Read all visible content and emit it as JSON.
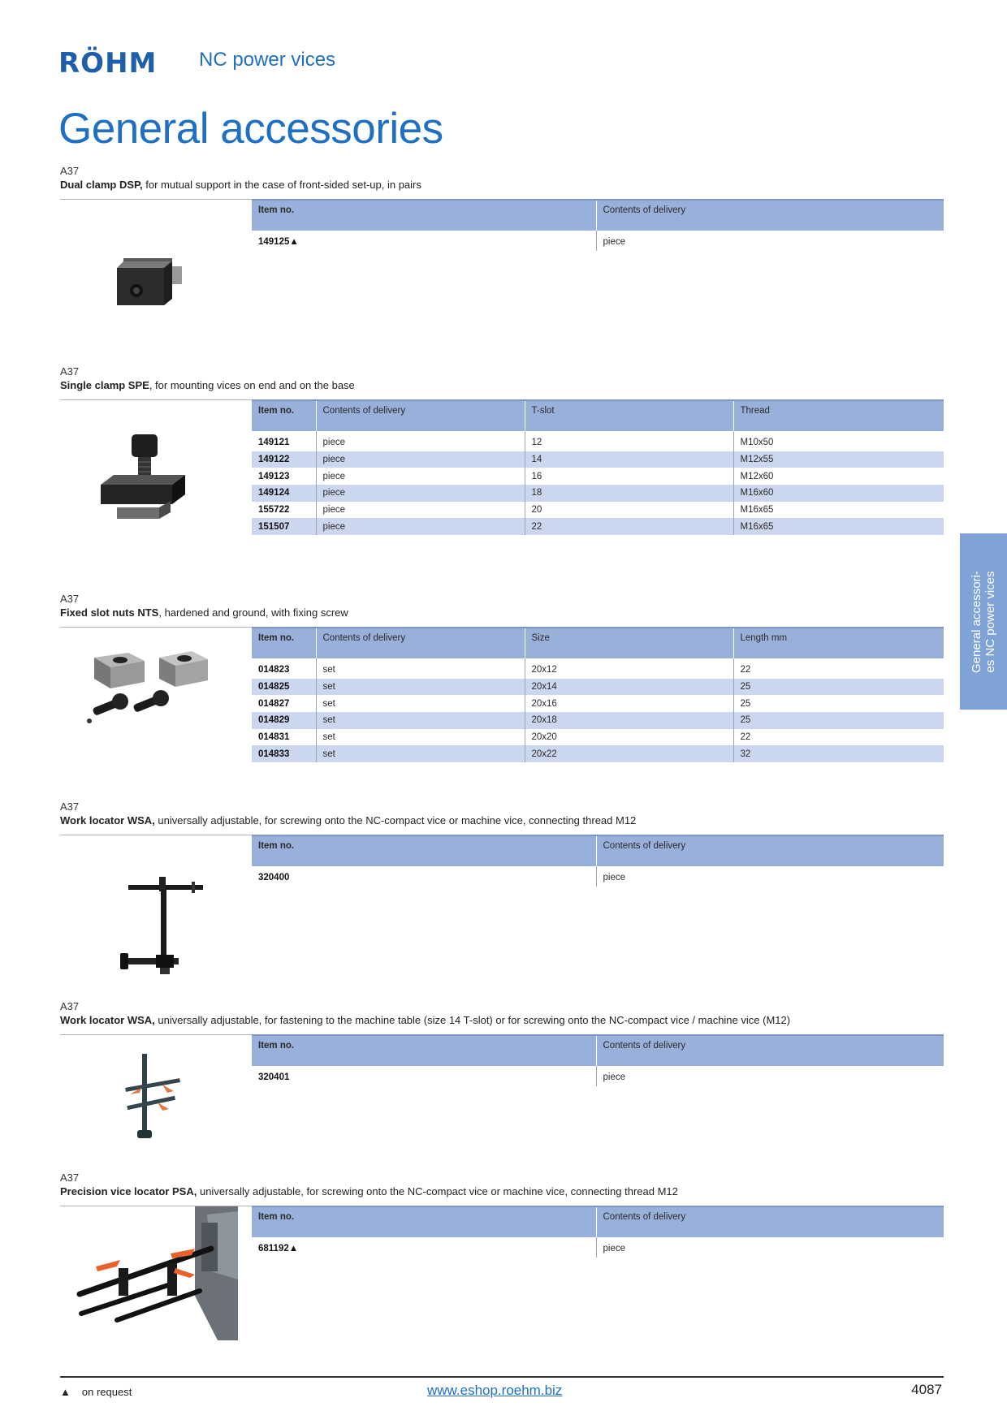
{
  "header": {
    "logo_text": "RÖHM",
    "product_line": "NC power vices",
    "title": "General accessories"
  },
  "side_tab": {
    "line1": "General accessori-",
    "line2": "es NC power vices"
  },
  "sections": [
    {
      "code": "A37",
      "name": "Dual clamp DSP,",
      "description": " for mutual support in the case of front-sided set-up, in pairs",
      "headers": [
        "Item no.",
        "Contents of delivery"
      ],
      "rows": [
        [
          "149125▲",
          "piece"
        ]
      ]
    },
    {
      "code": "A37",
      "name": "Single clamp SPE",
      "description": ", for mounting vices on end and on the base",
      "headers": [
        "Item no.",
        "Contents of delivery",
        "T-slot",
        "Thread"
      ],
      "rows": [
        [
          "149121",
          "piece",
          "12",
          "M10x50"
        ],
        [
          "149122",
          "piece",
          "14",
          "M12x55"
        ],
        [
          "149123",
          "piece",
          "16",
          "M12x60"
        ],
        [
          "149124",
          "piece",
          "18",
          "M16x60"
        ],
        [
          "155722",
          "piece",
          "20",
          "M16x65"
        ],
        [
          "151507",
          "piece",
          "22",
          "M16x65"
        ]
      ]
    },
    {
      "code": "A37",
      "name": "Fixed slot nuts NTS",
      "description": ", hardened and ground, with fixing screw",
      "headers": [
        "Item no.",
        "Contents of delivery",
        "Size",
        "Length mm"
      ],
      "rows": [
        [
          "014823",
          "set",
          "20x12",
          "22"
        ],
        [
          "014825",
          "set",
          "20x14",
          "25"
        ],
        [
          "014827",
          "set",
          "20x16",
          "25"
        ],
        [
          "014829",
          "set",
          "20x18",
          "25"
        ],
        [
          "014831",
          "set",
          "20x20",
          "22"
        ],
        [
          "014833",
          "set",
          "20x22",
          "32"
        ]
      ]
    },
    {
      "code": "A37",
      "name": "Work locator WSA,",
      "description": " universally adjustable, for screwing onto the NC-compact vice or machine vice, connecting thread M12",
      "headers": [
        "Item no.",
        "Contents of delivery"
      ],
      "rows": [
        [
          "320400",
          "piece"
        ]
      ]
    },
    {
      "code": "A37",
      "name": "Work locator WSA,",
      "description": " universally adjustable, for fastening to the machine table (size 14 T-slot) or for screwing onto the NC-compact vice / machine vice (M12)",
      "headers": [
        "Item no.",
        "Contents of delivery"
      ],
      "rows": [
        [
          "320401",
          "piece"
        ]
      ]
    },
    {
      "code": "A37",
      "name": "Precision vice locator PSA,",
      "description": " universally adjustable, for screwing onto the NC-compact vice or machine vice, connecting thread M12",
      "headers": [
        "Item no.",
        "Contents of delivery"
      ],
      "rows": [
        [
          "681192▲",
          "piece"
        ]
      ]
    }
  ],
  "footer": {
    "note_symbol": "▲",
    "note_text": "on request",
    "url": "www.eshop.roehm.biz",
    "page_number": "4087"
  },
  "colors": {
    "brand_blue": "#1f6fc2",
    "header_row": "#98b0da",
    "alt_row": "#cbd7ee",
    "side_tab": "#7fa3d6"
  }
}
